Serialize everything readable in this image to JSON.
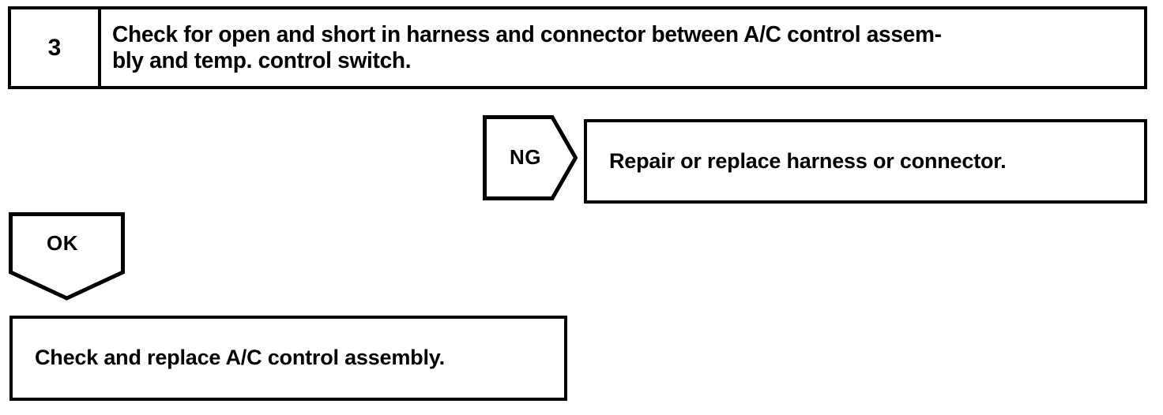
{
  "diagram": {
    "type": "troubleshooting-flowchart",
    "colors": {
      "line": "#000000",
      "background": "#ffffff",
      "text": "#000000"
    },
    "step": {
      "number": "3",
      "instruction": "Check for open and short in harness and connector between A/C control assem-\nbly and temp. control switch."
    },
    "branches": {
      "ng": {
        "label": "NG",
        "shape": "pentagon-right",
        "result": "Repair or replace harness or connector."
      },
      "ok": {
        "label": "OK",
        "shape": "pentagon-down",
        "result": "Check and replace A/C control assembly."
      }
    }
  }
}
